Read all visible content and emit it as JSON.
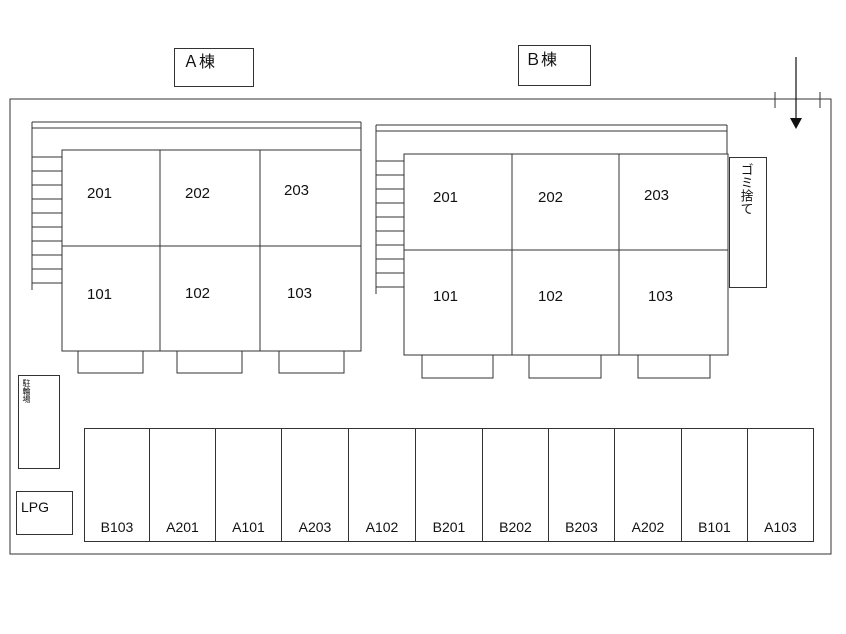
{
  "buildings": {
    "a": {
      "title": "Ａ棟",
      "units_upper": [
        "201",
        "202",
        "203"
      ],
      "units_lower": [
        "101",
        "102",
        "103"
      ]
    },
    "b": {
      "title": "Ｂ棟",
      "units_upper": [
        "201",
        "202",
        "203"
      ],
      "units_lower": [
        "101",
        "102",
        "103"
      ]
    }
  },
  "garbage_label": "ゴミ捨て",
  "bicycle_parking_label": "駐輪場",
  "lpg_label": "LPG",
  "parking_spaces": [
    "B103",
    "A201",
    "A101",
    "A203",
    "A102",
    "B201",
    "B202",
    "B203",
    "A202",
    "B101",
    "A103"
  ]
}
